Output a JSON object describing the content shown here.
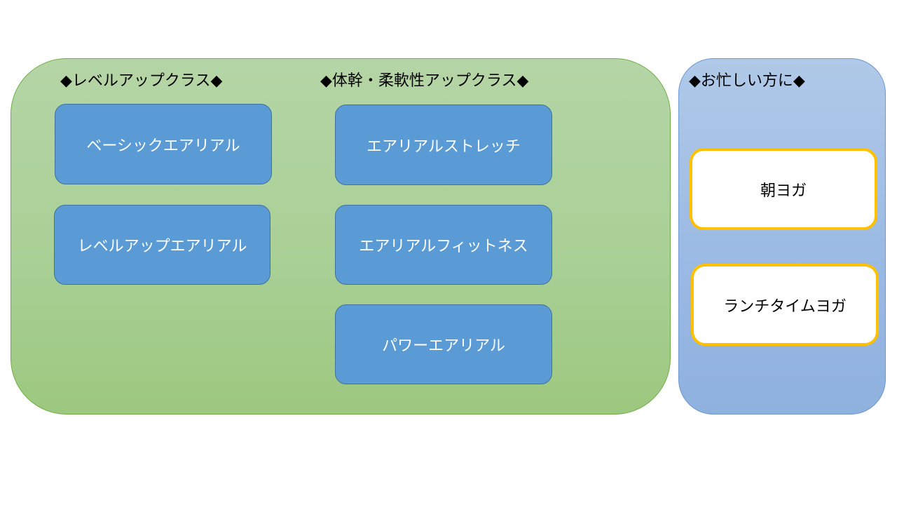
{
  "groups": {
    "level_up": {
      "heading": "◆レベルアップクラス◆",
      "items": [
        "ベーシックエアリアル",
        "レベルアップエアリアル"
      ]
    },
    "core_flex": {
      "heading": "◆体幹・柔軟性アップクラス◆",
      "items": [
        "エアリアルストレッチ",
        "エアリアルフィットネス",
        "パワーエアリアル"
      ]
    },
    "busy": {
      "heading": "◆お忙しい方に◆",
      "items": [
        "朝ヨガ",
        "ランチタイムヨガ"
      ]
    }
  },
  "colors": {
    "green_panel": "#a8cf94",
    "blue_panel": "#9bbae4",
    "class_box": "#5b9bd5",
    "yoga_box_border": "#ffc000"
  }
}
